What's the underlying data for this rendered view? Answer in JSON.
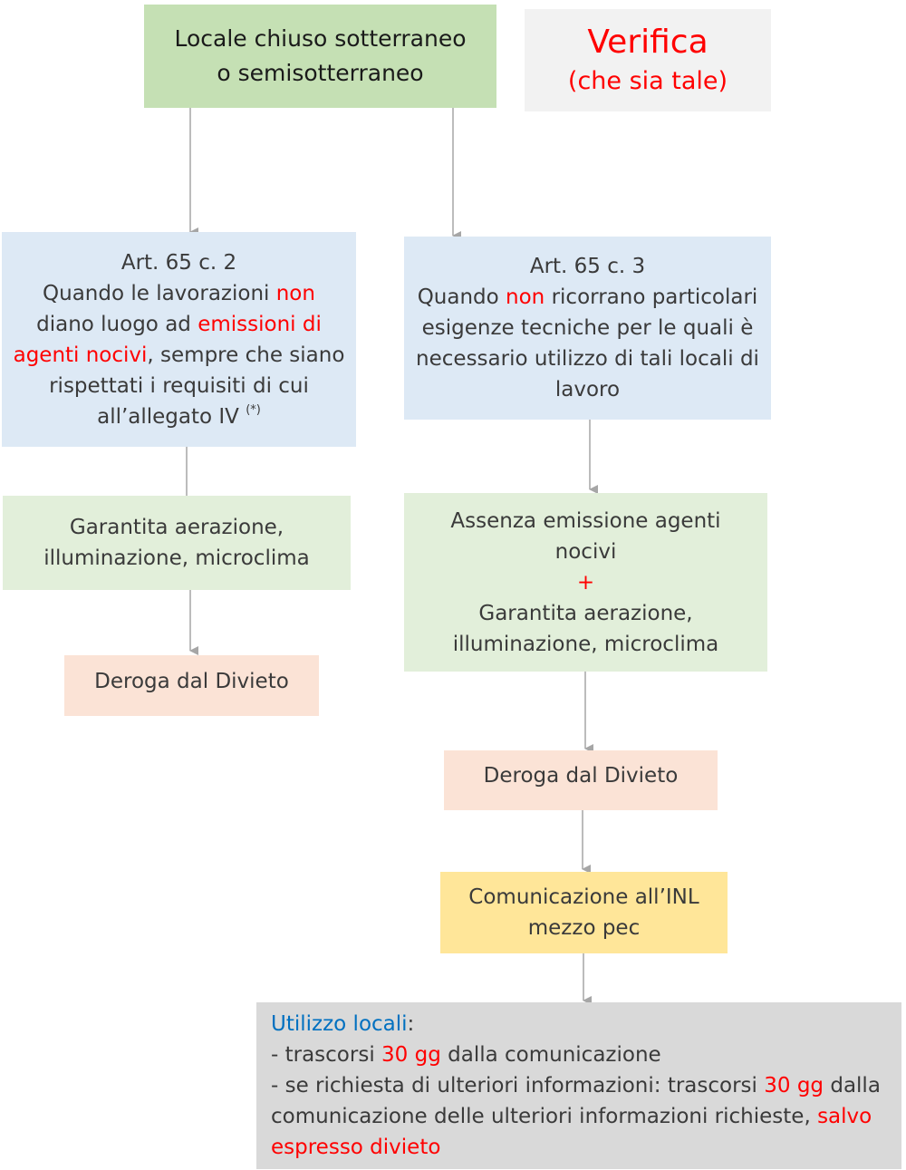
{
  "start": {
    "line1": "Locale chiuso sotterraneo",
    "line2": "o semisotterraneo"
  },
  "verifica": {
    "title": "Verifica",
    "subtitle": "(che sia tale)"
  },
  "left": {
    "art_title": "Art. 65 c. 2",
    "art_p1": "Quando le lavorazioni ",
    "art_non": "non",
    "art_p2": " diano luogo ad ",
    "art_emissioni": "emissioni di agenti nocivi",
    "art_p3": ", sempre che siano rispettati i requisiti di cui all’allegato IV",
    "art_note": "(*)",
    "condition_line1": "Garantita aerazione,",
    "condition_line2": "illuminazione, microclima",
    "deroga": "Deroga dal Divieto"
  },
  "right": {
    "art_title": "Art. 65 c. 3",
    "art_p1": "Quando ",
    "art_non": "non",
    "art_p2": " ricorrano particolari esigenze tecniche per le quali è necessario utilizzo di tali locali di lavoro",
    "cond_line1": "Assenza emissione agenti",
    "cond_line2": "nocivi",
    "cond_plus": "+",
    "cond_line3": "Garantita aerazione,",
    "cond_line4": "illuminazione, microclima",
    "deroga": "Deroga dal Divieto",
    "comunicazione_line1": "Comunicazione all’INL",
    "comunicazione_line2": "mezzo pec"
  },
  "utilizzo": {
    "heading": "Utilizzo locali",
    "colon": ":",
    "item1_a": "- trascorsi ",
    "item1_days": "30 gg",
    "item1_b": " dalla comunicazione",
    "item2_a": "- se richiesta di ulteriori informazioni: trascorsi ",
    "item2_days": "30 gg",
    "item2_b": " dalla comunicazione delle ulteriori informazioni richieste, ",
    "item2_salvo": "salvo espresso divieto"
  },
  "colors": {
    "red": "#ff0000",
    "blue": "#0070c0",
    "connector": "#a6a6a6"
  }
}
